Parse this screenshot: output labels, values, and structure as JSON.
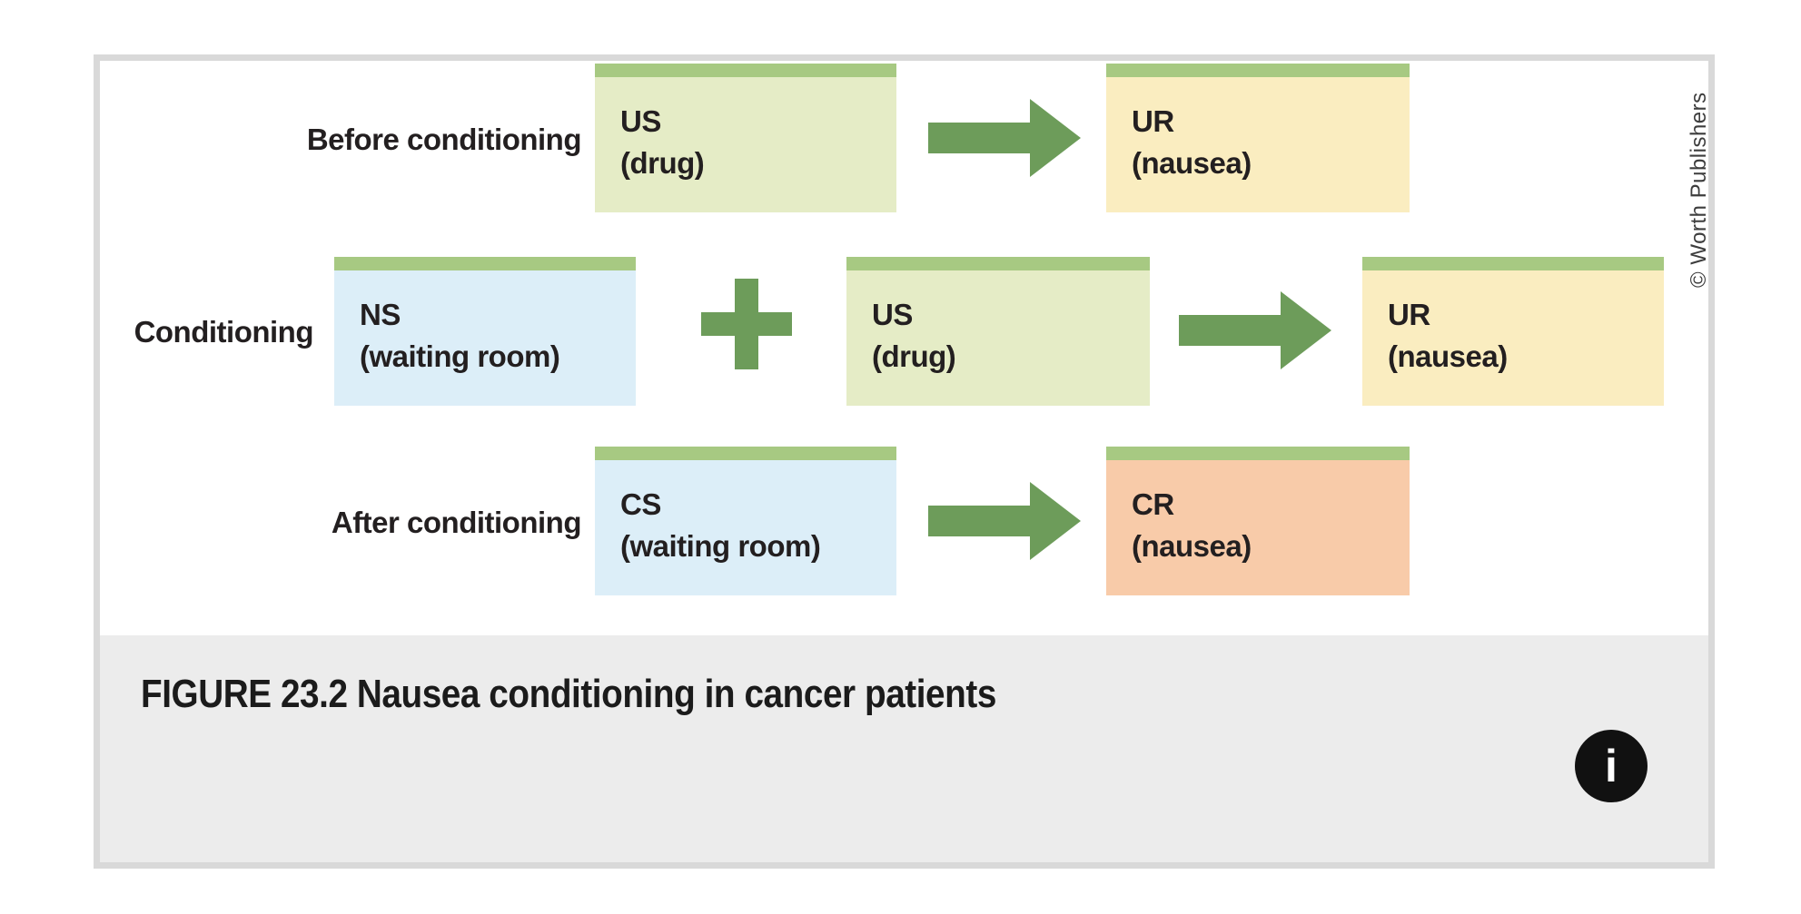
{
  "figure": {
    "caption": "FIGURE 23.2 Nausea conditioning in cancer patients",
    "credit": "© Worth Publishers",
    "info_button_glyph": "i",
    "rows": [
      {
        "label": "Before conditioning",
        "boxes": [
          {
            "abbr": "US",
            "desc": "(drug)"
          },
          {
            "abbr": "UR",
            "desc": "(nausea)"
          }
        ]
      },
      {
        "label": "Conditioning",
        "boxes": [
          {
            "abbr": "NS",
            "desc": "(waiting room)"
          },
          {
            "abbr": "US",
            "desc": "(drug)"
          },
          {
            "abbr": "UR",
            "desc": "(nausea)"
          }
        ]
      },
      {
        "label": "After conditioning",
        "boxes": [
          {
            "abbr": "CS",
            "desc": "(waiting room)"
          },
          {
            "abbr": "CR",
            "desc": "(nausea)"
          }
        ]
      }
    ],
    "icons": {
      "plus": "plus-icon",
      "arrow": "arrow-right-icon",
      "info": "info-icon"
    },
    "colors": {
      "box_top_bar_green": "#a7c982",
      "box_green": "#e5ecc6",
      "box_yellow": "#faedc0",
      "box_blue": "#dceef8",
      "box_salmon": "#f8cba9",
      "arrow_green": "#6d9c5a",
      "caption_background": "#ececec",
      "figure_border": "#d9d9d9",
      "text": "#231f20",
      "info_button_background": "#111111"
    }
  }
}
